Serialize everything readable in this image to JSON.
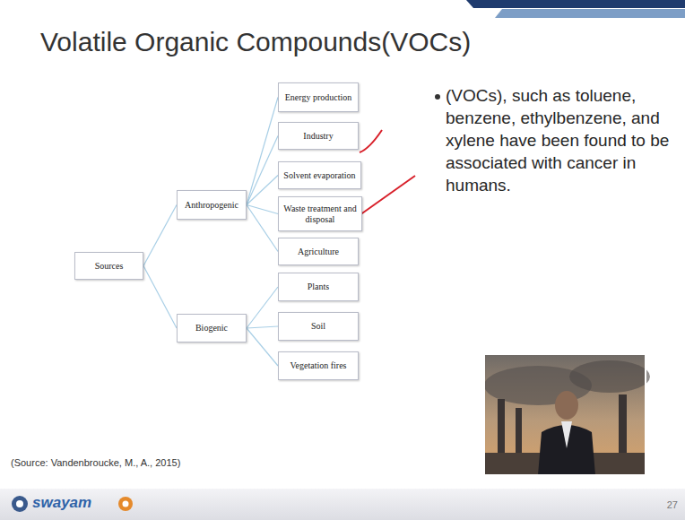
{
  "diagram": {
    "title": "Volatile Organic Compounds(VOCs)",
    "nodes": [
      {
        "text": [
          "Sources"
        ]
      },
      {
        "text": [
          "Anthropogenic"
        ]
      },
      {
        "text": [
          "Energy production"
        ]
      },
      {
        "text": [
          "Industry"
        ]
      },
      {
        "text": [
          "Solvent evaporation"
        ]
      },
      {
        "text": [
          "Waste treatment and disposal"
        ]
      },
      {
        "text": [
          "Agriculture"
        ]
      },
      {
        "text": [
          "Biogenic"
        ]
      },
      {
        "text": [
          "Plants"
        ]
      },
      {
        "text": [
          "Soil"
        ]
      },
      {
        "text": [
          "Vegetation fires"
        ]
      }
    ],
    "edges": [
      {
        "from": 0,
        "to": 1,
        "arrow": "none"
      },
      {
        "from": 0,
        "to": 7,
        "arrow": "none"
      },
      {
        "from": 1,
        "to": 2,
        "arrow": "none"
      },
      {
        "from": 1,
        "to": 3,
        "arrow": "none"
      },
      {
        "from": 1,
        "to": 4,
        "arrow": "none"
      },
      {
        "from": 1,
        "to": 5,
        "arrow": "none"
      },
      {
        "from": 1,
        "to": 6,
        "arrow": "none"
      },
      {
        "from": 7,
        "to": 8,
        "arrow": "none"
      },
      {
        "from": 7,
        "to": 9,
        "arrow": "none"
      },
      {
        "from": 7,
        "to": 10,
        "arrow": "none"
      }
    ],
    "labels": [
      "(VOCs), such as toluene, benzene, ethylbenzene, and xylene have been found to be associated with cancer in humans.",
      "(Source: Vandenbroucke, M., A., 2015)",
      "27",
      "swayam"
    ]
  }
}
